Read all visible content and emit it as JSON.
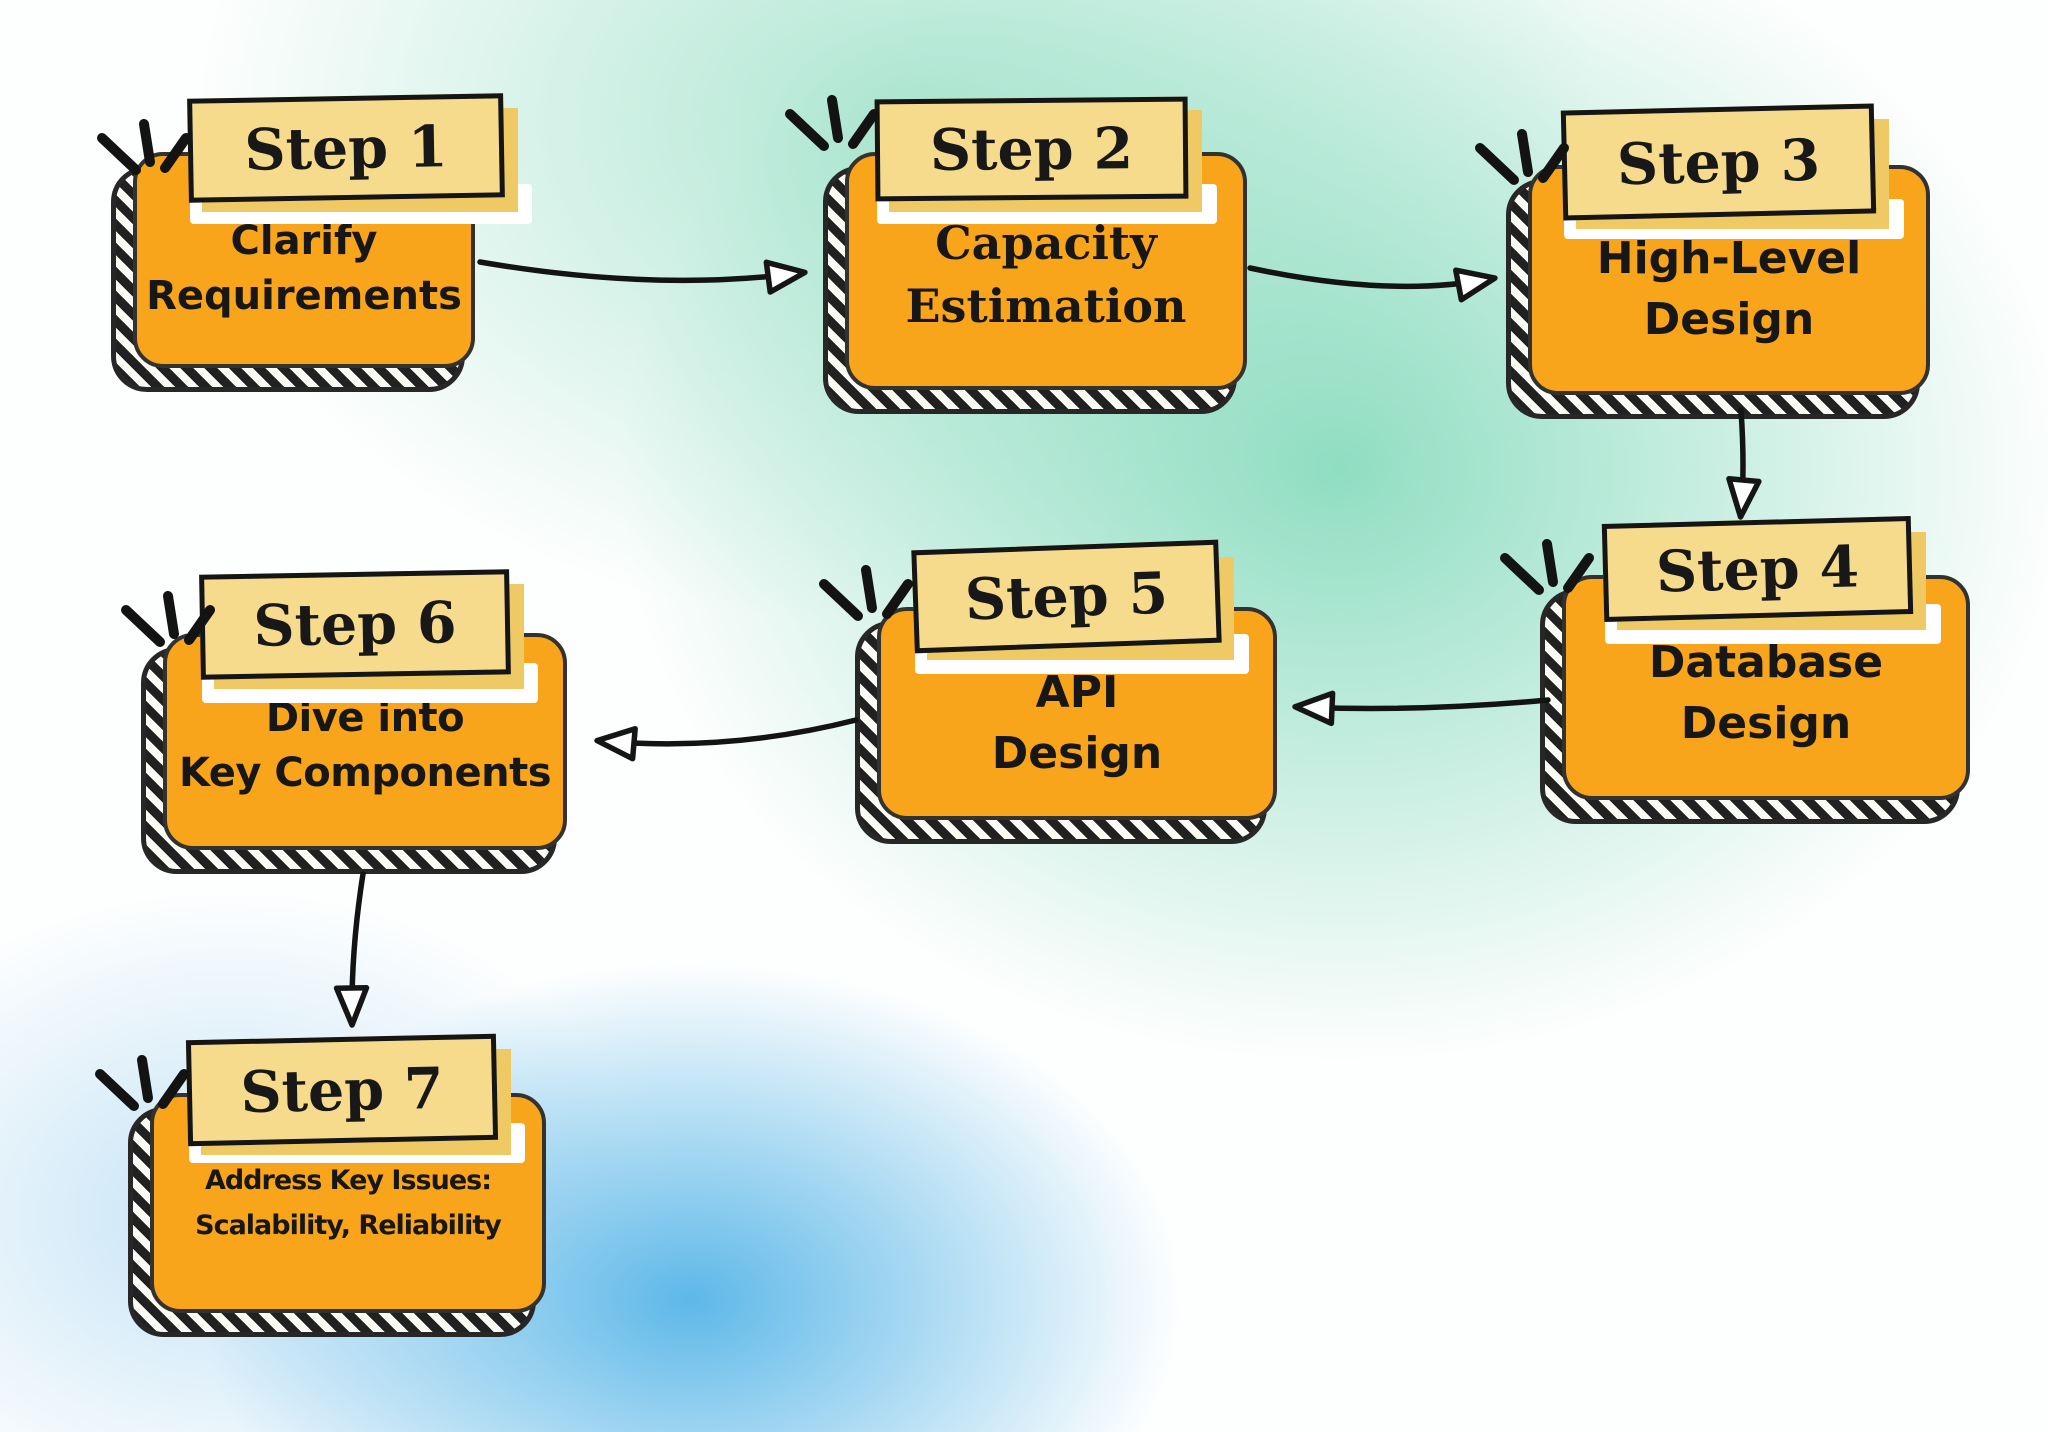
{
  "steps": [
    {
      "id": 1,
      "label": "Step 1",
      "lines": [
        "Clarify",
        "Requirements"
      ]
    },
    {
      "id": 2,
      "label": "Step 2",
      "lines": [
        "Capacity",
        "Estimation"
      ]
    },
    {
      "id": 3,
      "label": "Step 3",
      "lines": [
        "High-Level",
        "Design"
      ]
    },
    {
      "id": 4,
      "label": "Step 4",
      "lines": [
        "Database",
        "Design"
      ]
    },
    {
      "id": 5,
      "label": "Step 5",
      "lines": [
        "API",
        "Design"
      ]
    },
    {
      "id": 6,
      "label": "Step 6",
      "lines": [
        "Dive into",
        "Key Components"
      ]
    },
    {
      "id": 7,
      "label": "Step 7",
      "lines": [
        "Address Key Issues:",
        "Scalability, Reliability"
      ]
    }
  ],
  "connections": [
    {
      "from": "Step 1",
      "to": "Step 2"
    },
    {
      "from": "Step 2",
      "to": "Step 3"
    },
    {
      "from": "Step 3",
      "to": "Step 4"
    },
    {
      "from": "Step 4",
      "to": "Step 5"
    },
    {
      "from": "Step 5",
      "to": "Step 6"
    },
    {
      "from": "Step 6",
      "to": "Step 7"
    }
  ],
  "colors": {
    "box_fill": "#F9A51B",
    "label_fill": "#F5DB8B",
    "label_shadow": "#EFC963",
    "outline": "#1c1c1c",
    "text": "#171717",
    "bg_mint": "#8FDCC2",
    "bg_blue": "#5AB6E7",
    "bg_base": "#FDFEFE"
  }
}
